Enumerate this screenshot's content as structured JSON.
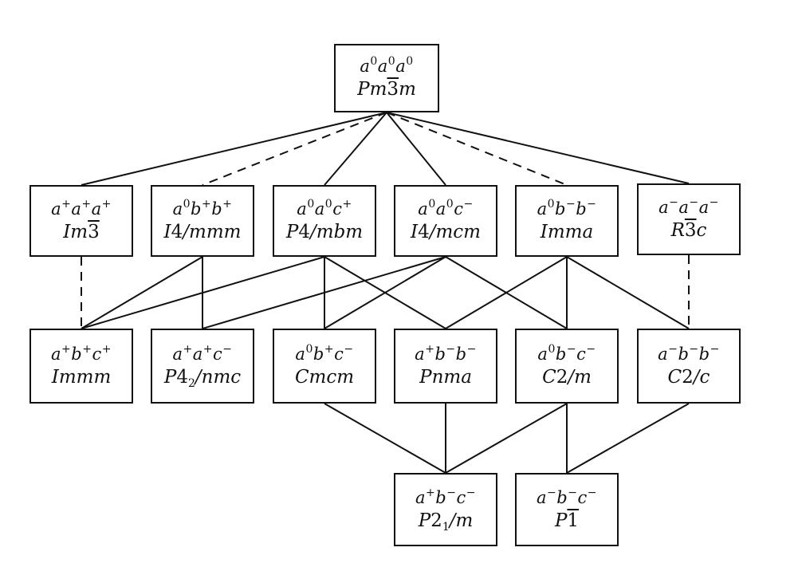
{
  "nodes": [
    {
      "id": "n0",
      "tilt": "a⁰a⁰a⁰",
      "group": "Pm3̄m"
    },
    {
      "id": "n1",
      "tilt": "a⁺a⁺a⁺",
      "group": "Im3̄"
    },
    {
      "id": "n2",
      "tilt": "a⁰b⁺b⁺",
      "group": "I4/mmm"
    },
    {
      "id": "n3",
      "tilt": "a⁰a⁰c⁺",
      "group": "P4/mbm"
    },
    {
      "id": "n4",
      "tilt": "a⁰a⁰c⁻",
      "group": "I4/mcm"
    },
    {
      "id": "n5",
      "tilt": "a⁰b⁻b⁻",
      "group": "Imma"
    },
    {
      "id": "n6",
      "tilt": "a⁻a⁻a⁻",
      "group": "R3̄c"
    },
    {
      "id": "n7",
      "tilt": "a⁺b⁺c⁺",
      "group": "Immm"
    },
    {
      "id": "n8",
      "tilt": "a⁺a⁺c⁻",
      "group": "P4₂/nmc"
    },
    {
      "id": "n9",
      "tilt": "a⁰b⁺c⁻",
      "group": "Cmcm"
    },
    {
      "id": "n10",
      "tilt": "a⁺b⁻b⁻",
      "group": "Pnma"
    },
    {
      "id": "n11",
      "tilt": "a⁰b⁻c⁻",
      "group": "C2/m"
    },
    {
      "id": "n12",
      "tilt": "a⁻b⁻b⁻",
      "group": "C2/c"
    },
    {
      "id": "n13",
      "tilt": "a⁺b⁻c⁻",
      "group": "P2₁/m"
    },
    {
      "id": "n14",
      "tilt": "a⁻b⁻c⁻",
      "group": "P1̄"
    }
  ],
  "edges": [
    {
      "from": "n0",
      "to": "n1",
      "style": "solid"
    },
    {
      "from": "n0",
      "to": "n2",
      "style": "dashed"
    },
    {
      "from": "n0",
      "to": "n3",
      "style": "solid"
    },
    {
      "from": "n0",
      "to": "n4",
      "style": "solid"
    },
    {
      "from": "n0",
      "to": "n5",
      "style": "dashed"
    },
    {
      "from": "n0",
      "to": "n6",
      "style": "solid"
    },
    {
      "from": "n1",
      "to": "n7",
      "style": "dashed"
    },
    {
      "from": "n2",
      "to": "n7",
      "style": "solid"
    },
    {
      "from": "n2",
      "to": "n8",
      "style": "solid"
    },
    {
      "from": "n3",
      "to": "n7",
      "style": "solid"
    },
    {
      "from": "n3",
      "to": "n9",
      "style": "solid"
    },
    {
      "from": "n3",
      "to": "n10",
      "style": "solid"
    },
    {
      "from": "n4",
      "to": "n8",
      "style": "solid"
    },
    {
      "from": "n4",
      "to": "n9",
      "style": "solid"
    },
    {
      "from": "n4",
      "to": "n11",
      "style": "solid"
    },
    {
      "from": "n5",
      "to": "n10",
      "style": "solid"
    },
    {
      "from": "n5",
      "to": "n11",
      "style": "solid"
    },
    {
      "from": "n5",
      "to": "n12",
      "style": "solid"
    },
    {
      "from": "n6",
      "to": "n12",
      "style": "dashed"
    },
    {
      "from": "n9",
      "to": "n13",
      "style": "solid"
    },
    {
      "from": "n10",
      "to": "n13",
      "style": "solid"
    },
    {
      "from": "n11",
      "to": "n13",
      "style": "solid"
    },
    {
      "from": "n11",
      "to": "n14",
      "style": "solid"
    },
    {
      "from": "n12",
      "to": "n14",
      "style": "solid"
    }
  ]
}
